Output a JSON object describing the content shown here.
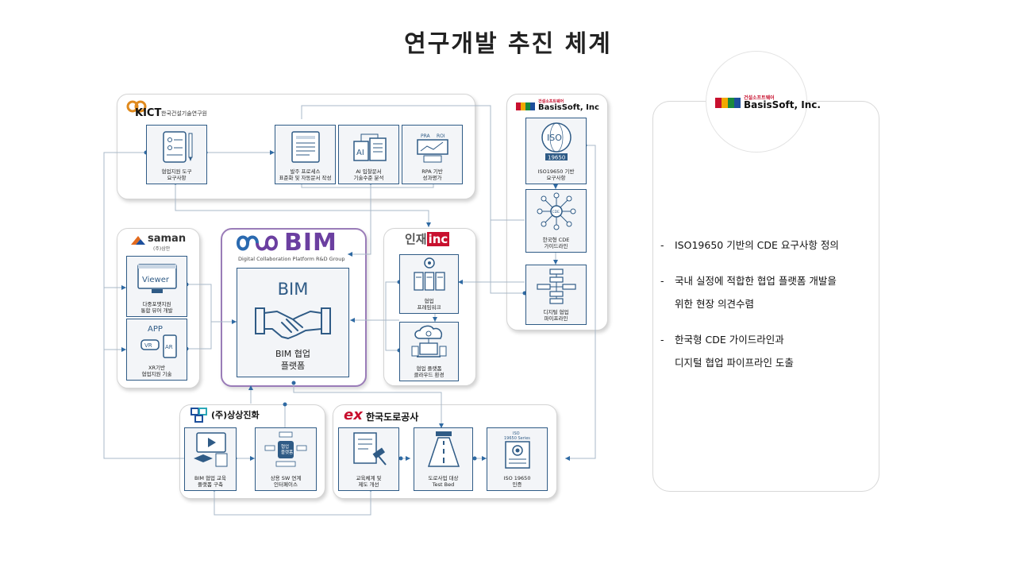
{
  "title": "연구개발 추진 체계",
  "orgs": {
    "kict_abbr": "KICT",
    "kict_name": "한국건설기술연구원",
    "basis_name": "BasisSoft, Inc",
    "basis_small": "건설소프트웨어",
    "saman_name": "saman",
    "saman_sub": "(주)삼안",
    "injae_a": "인재",
    "injae_b": "inc",
    "sangsang": "(주)상상진화",
    "ex_mark": "ex",
    "ex_name": "한국도로공사",
    "bim_logo": "BIM",
    "bim_sub": "Digital Collaboration Platform R&D Group"
  },
  "cards": {
    "kict_req": "협업지원 도구\n요구사항",
    "order": "발주 프로세스\n표준화 및 자동문서 작성",
    "ai": "AI 입찰문서\n기술수준 분석",
    "rpa": "RPA 기반\n성과평가",
    "iso_req": "ISO19650 기반\n요구사항",
    "cde": "한국형 CDE\n가이드라인",
    "pipeline": "디지털 협업\n파이프라인",
    "viewer": "다중포맷지원\n통합 뷰어 개발",
    "xr": "XR기반\n협업지원 기술",
    "framework": "협업\n프레임워크",
    "cloud": "협업 플랫폼\n클라우드 환경",
    "edu": "BIM 협업 교육\n플랫폼 구축",
    "sw": "상용 SW 연계\n인터페이스",
    "institution": "교육체계 및\n제도 개선",
    "testbed": "도로사업 대상\nTest Bed",
    "iso_cert": "ISO 19650\n인증"
  },
  "icon_text": {
    "ai": "AI",
    "pra": "PRA",
    "roi": "ROI",
    "iso": "ISO",
    "iso_num": "19650",
    "cde": "CDE",
    "viewer": "Viewer",
    "app": "APP",
    "vr": "VR",
    "ar": "AR",
    "hub": "협업\n플랫폼",
    "iso_series_a": "ISO",
    "iso_series_b": "19650 Series"
  },
  "center": {
    "bim": "BIM",
    "label": "BIM 협업\n플랫폼"
  },
  "side_logo": {
    "name": "BasisSoft, Inc.",
    "small": "건설소프트웨어"
  },
  "bullets": [
    "ISO19650 기반의 CDE 요구사항 정의",
    "국내 실정에 적합한 협업 플랫폼 개발을\n위한 현장 의견수렴",
    "한국형 CDE 가이드라인과\n디지털 협업 파이프라인 도출"
  ],
  "dash": "-",
  "colors": {
    "accent": "#2f5b86",
    "purple": "#6b3fa0",
    "red": "#c8102e"
  }
}
